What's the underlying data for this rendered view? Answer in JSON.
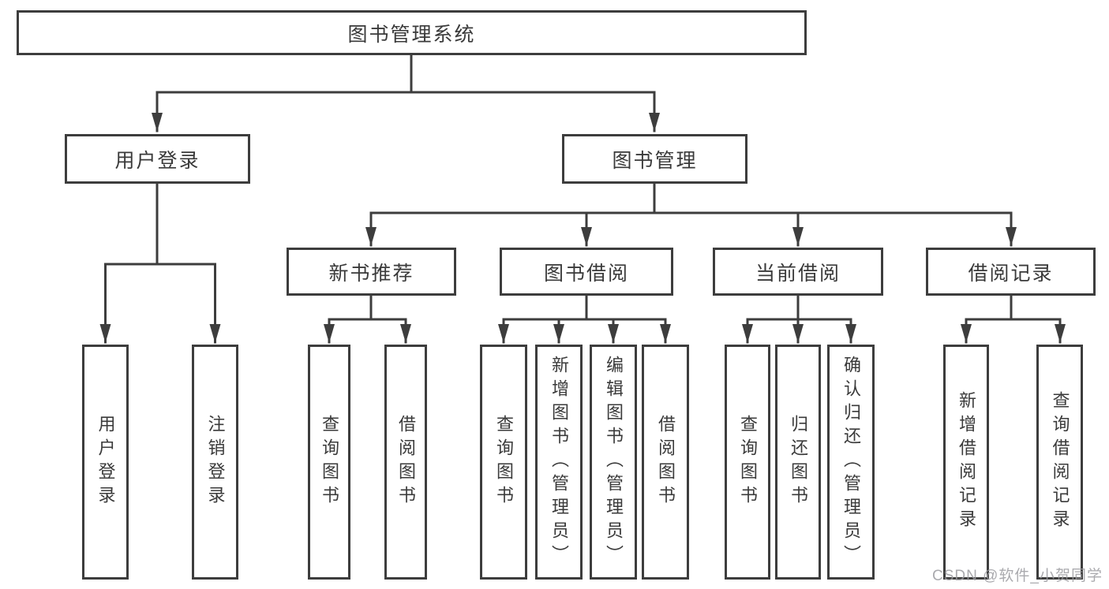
{
  "diagram": {
    "title": "图书管理系统",
    "colors": {
      "line": "#3d3d3d",
      "text": "#3a3a3a",
      "box_background": "#ffffff",
      "watermark": "#9b9ba0"
    },
    "root": {
      "label": "图书管理系统"
    },
    "branches": [
      {
        "label": "用户登录"
      },
      {
        "label": "图书管理"
      }
    ],
    "modules": [
      {
        "label": "新书推荐"
      },
      {
        "label": "图书借阅"
      },
      {
        "label": "当前借阅"
      },
      {
        "label": "借阅记录"
      }
    ],
    "leaves": [
      {
        "label": "用户登录"
      },
      {
        "label": "注销登录"
      },
      {
        "label": "查询图书"
      },
      {
        "label": "借阅图书"
      },
      {
        "label": "查询图书"
      },
      {
        "label": "新增图书（管理员）"
      },
      {
        "label": "编辑图书（管理员）"
      },
      {
        "label": "借阅图书"
      },
      {
        "label": "查询图书"
      },
      {
        "label": "归还图书"
      },
      {
        "label": "确认归还（管理员）"
      },
      {
        "label": "新增借阅记录"
      },
      {
        "label": "查询借阅记录"
      }
    ]
  },
  "watermark": {
    "text": "CSDN @软件_小贺同学"
  }
}
